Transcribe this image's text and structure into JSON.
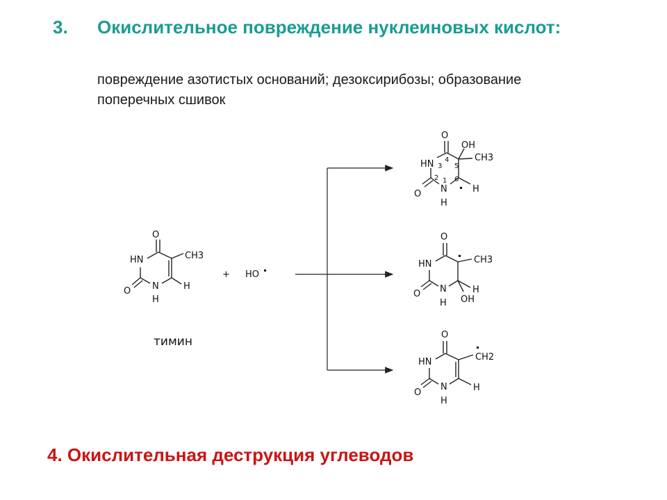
{
  "section3": {
    "number": "3.",
    "title": "Окислительное повреждение нуклеиновых кислот:",
    "description": "повреждение азотистых оснований; дезоксирибозы; образование поперечных сшивок"
  },
  "reaction": {
    "reactant": {
      "name": "тимин",
      "labels": {
        "o_top": "O",
        "hn": "HN",
        "ch3": "CH3",
        "o_left": "O",
        "n": "N",
        "h_n": "H",
        "h_c6": "H"
      }
    },
    "plus": "+",
    "radical": "HO",
    "products": [
      {
        "labels": {
          "o_top": "O",
          "oh": "OH",
          "ch3": "CH3",
          "hn": "HN",
          "o_left": "O",
          "n": "N",
          "h_n": "H",
          "h_c6": "H"
        },
        "ring_numbers": [
          "1",
          "2",
          "3",
          "4",
          "5",
          "6"
        ]
      },
      {
        "labels": {
          "o_top": "O",
          "hn": "HN",
          "ch3": "CH3",
          "o_left": "O",
          "n": "N",
          "h_n": "H",
          "h_c6": "H",
          "oh": "OH"
        }
      },
      {
        "labels": {
          "o_top": "O",
          "hn": "HN",
          "ch2": "CH2",
          "o_left": "O",
          "n": "N",
          "h_n": "H",
          "h_c6": "H"
        }
      }
    ]
  },
  "section4": {
    "title": "4. Окислительная деструкция углеводов"
  },
  "colors": {
    "teal": "#1a9c94",
    "red": "#cc1414",
    "text": "#1a1a1a"
  }
}
